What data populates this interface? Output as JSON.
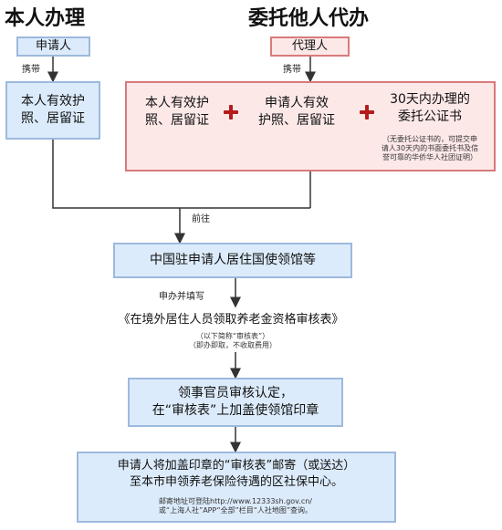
{
  "titles": {
    "self": "本人办理",
    "agent": "委托他人代办"
  },
  "labels": {
    "carry_left": "携带",
    "carry_right": "携带",
    "go": "前往",
    "apply_fill": "申办并填写"
  },
  "boxes": {
    "applicant": "申请人",
    "agent": "代理人",
    "self_docs": "本人有效护\n照、居留证",
    "agent_self_docs": "本人有效护\n照、居留证",
    "applicant_docs": "申请人有效\n护照、居留证",
    "notarial": "30天内办理的\n委托公证书",
    "notarial_note": "（无委托公证书的，可提交申\n请人30天内的书面委托书及信\n誉可靠的华侨华人社团证明）",
    "consulate": "中国驻申请人居住国使领馆等",
    "form_title": "《在境外居住人员领取养老金资格审核表》",
    "form_note": "（以下简称“审核表”）\n（即办即取，不收取费用）",
    "review": "领事官员审核认定，\n在“审核表”上加盖使领馆印章",
    "mail": "申请人将加盖印章的“审核表”邮寄（或送达）\n至本市申领养老保险待遇的区社保中心。",
    "mail_note": "邮寄地址可登陆http://www.12333sh.gov.cn/\n或“上海人社”APP“全部”栏目“人社地图”查询。"
  },
  "colors": {
    "blue_fill": "#dcebfb",
    "blue_border": "#9db9dd",
    "red_fill": "#fde8e8",
    "red_border": "#d87a7a",
    "plus": "#b61b1b",
    "arrow": "#333333"
  }
}
